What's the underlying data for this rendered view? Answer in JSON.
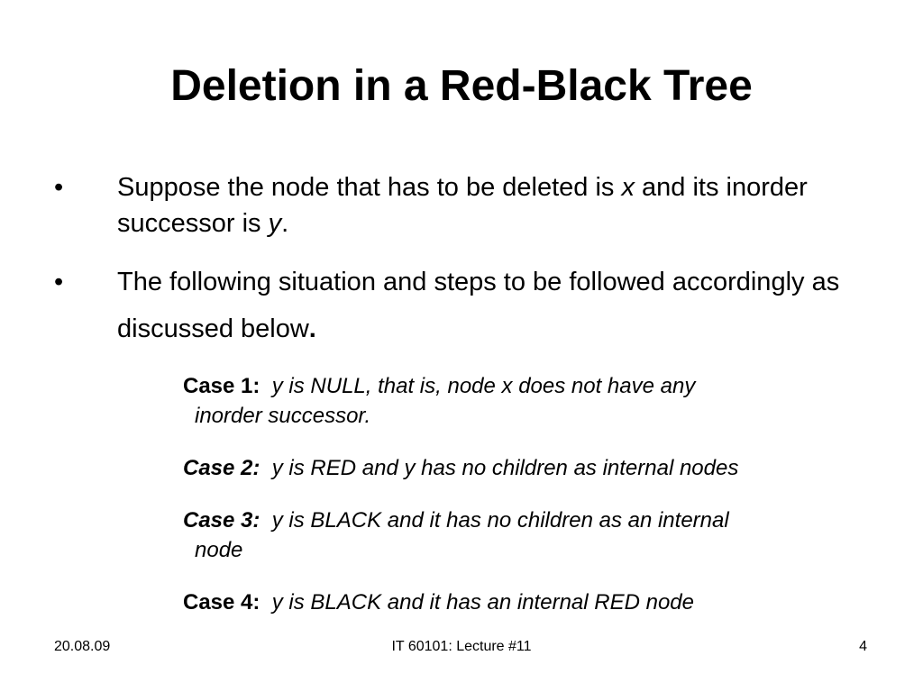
{
  "slide": {
    "title": "Deletion in a Red-Black Tree",
    "bullets": [
      {
        "symbol": "•",
        "part1": "Suppose the node that has to be deleted is ",
        "var1": "x",
        "part2": " and its inorder successor is ",
        "var2": "y",
        "part3": "."
      },
      {
        "symbol": "•",
        "text": "The following situation and steps to be followed accordingly as discussed below",
        "period": "."
      }
    ],
    "cases": [
      {
        "label": "Case 1:",
        "line1": "y is NULL, that is, node x does not have any",
        "line2": "inorder successor."
      },
      {
        "label": "Case 2:",
        "line1": "y is RED and y has no children as internal nodes"
      },
      {
        "label": "Case 3:",
        "line1": "y is BLACK and it has no children as an internal",
        "line2": "node"
      },
      {
        "label": "Case 4:",
        "line1": "y is BLACK and it has an internal RED node"
      }
    ]
  },
  "footer": {
    "date": "20.08.09",
    "course": "IT 60101: Lecture #11",
    "page": "4"
  }
}
